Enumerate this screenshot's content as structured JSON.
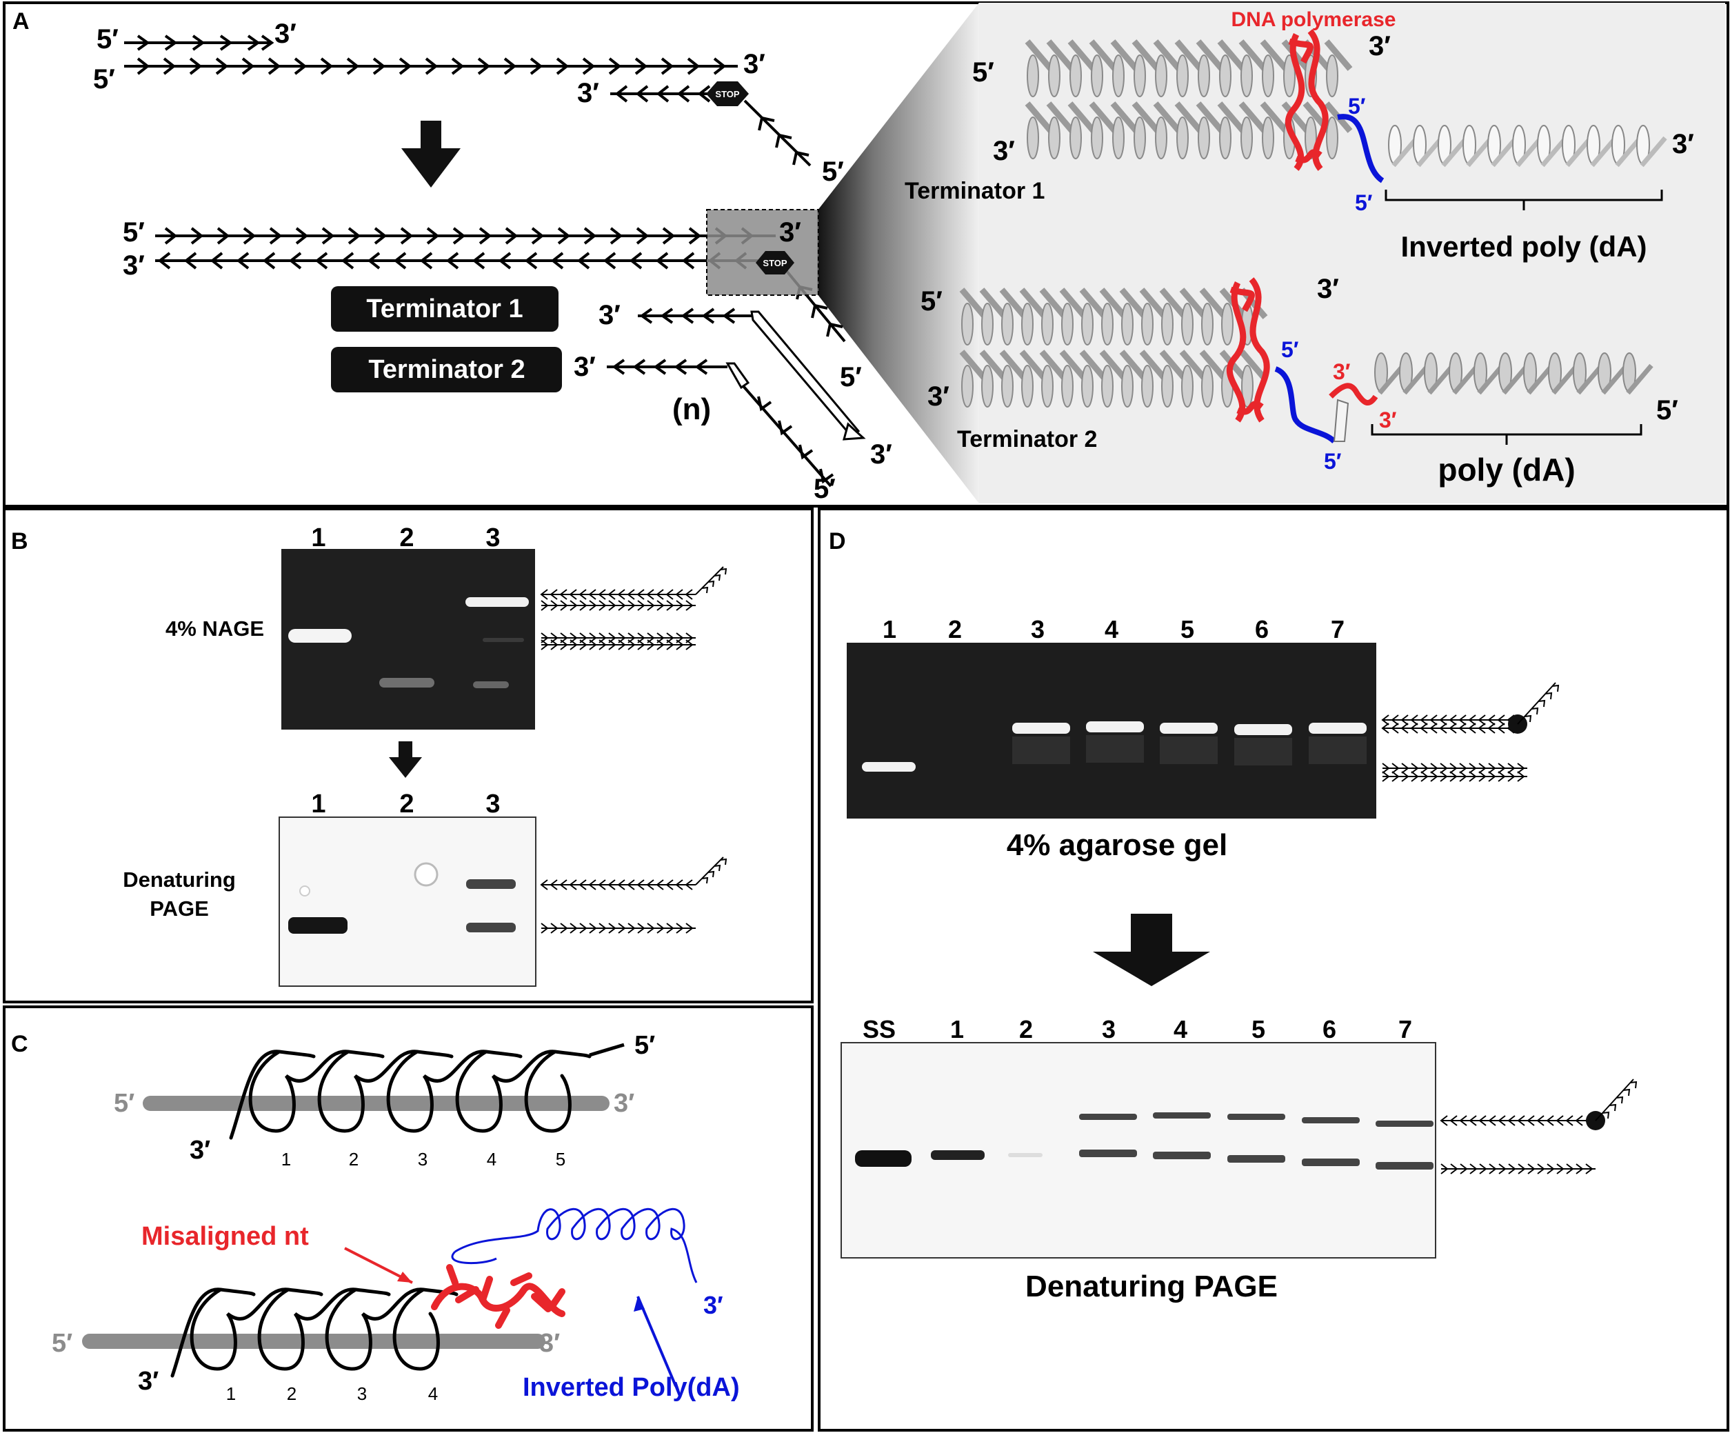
{
  "panelA": {
    "letter": "A",
    "end5": "5′",
    "end3": "3′",
    "stop": "STOP",
    "polymerase": "DNA polymerase",
    "terminator1": "Terminator 1",
    "terminator2": "Terminator 2",
    "n_label": "(n)",
    "inverted_polyda": "Inverted poly (dA)",
    "polyda": "poly (dA)"
  },
  "panelB": {
    "letter": "B",
    "lanes": [
      "1",
      "2",
      "3"
    ],
    "gel_top_label": "4% NAGE",
    "gel_bottom_label": "Denaturing PAGE"
  },
  "panelC": {
    "letter": "C",
    "numbers_top": [
      "1",
      "2",
      "3",
      "4",
      "5"
    ],
    "numbers_bottom": [
      "1",
      "2",
      "3",
      "4"
    ],
    "misaligned": "Misaligned nt",
    "inverted_polyda": "Inverted Poly(dA)",
    "end5": "5′",
    "end3": "3′"
  },
  "panelD": {
    "letter": "D",
    "lanes_top": [
      "1",
      "2",
      "3",
      "4",
      "5",
      "6",
      "7"
    ],
    "lanes_bottom": [
      "SS",
      "1",
      "2",
      "3",
      "4",
      "5",
      "6",
      "7"
    ],
    "gel_top_caption": "4% agarose gel",
    "gel_bottom_caption": "Denaturing PAGE"
  },
  "colors": {
    "red": "#e8262b",
    "blue": "#0a14d8",
    "grey_helix": "#9a9a9a",
    "gel_dark": "#222222"
  }
}
